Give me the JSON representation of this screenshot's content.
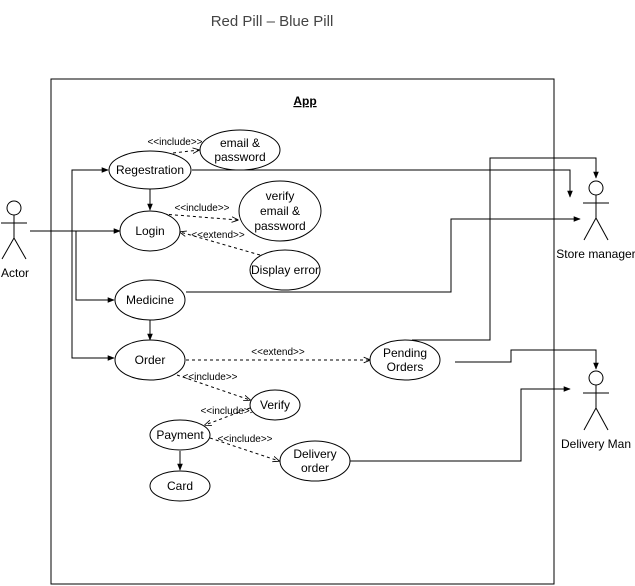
{
  "title": "Red Pill – Blue Pill",
  "system": {
    "name": "App"
  },
  "actors": {
    "actor": "Actor",
    "store_manager": "Store manager",
    "delivery_man": "Delivery Man"
  },
  "use_cases": {
    "registration": "Regestration",
    "email_password": [
      "email &",
      "password"
    ],
    "login": "Login",
    "verify_email_password": [
      "verify",
      "email &",
      "password"
    ],
    "display_error": "Display error",
    "medicine": "Medicine",
    "order": "Order",
    "pending_orders": [
      "Pending",
      "Orders"
    ],
    "verify": "Verify",
    "payment": "Payment",
    "delivery_order": [
      "Delivery",
      "order"
    ],
    "card": "Card"
  },
  "relations": {
    "include": "<<include>>",
    "extend": "<<extend>>"
  }
}
